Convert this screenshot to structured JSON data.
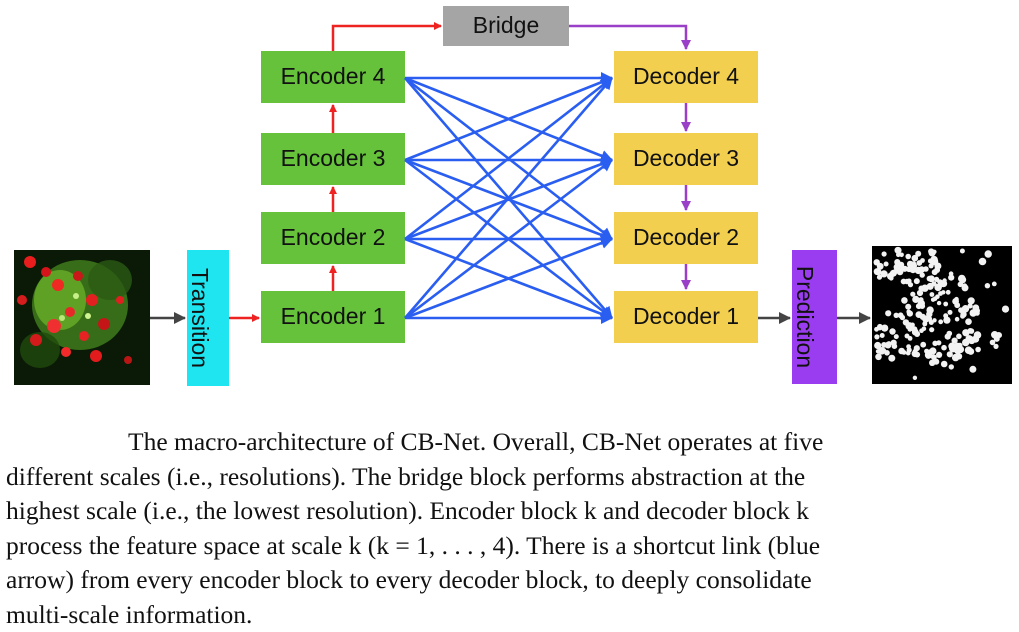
{
  "blocks": {
    "bridge": "Bridge",
    "encoders": [
      "Encoder 1",
      "Encoder 2",
      "Encoder 3",
      "Encoder 4"
    ],
    "decoders": [
      "Decoder 1",
      "Decoder 2",
      "Decoder 3",
      "Decoder 4"
    ],
    "transition": "Transition",
    "prediction": "Prediction"
  },
  "images": {
    "input": "fluorescence-microscopy-input-image",
    "output": "binary-segmentation-output-image"
  },
  "colors": {
    "encoder": "#66c23a",
    "decoder": "#f2cf4e",
    "bridge": "#a5a5a5",
    "transition": "#1ee5f0",
    "prediction": "#9a3df0",
    "red_arrow": "#ef2222",
    "blue_arrow": "#2a5ef0",
    "purple_arrow": "#9a3fc8",
    "gray_arrow": "#444444"
  },
  "caption": {
    "line1": "The macro-architecture of CB-Net. Overall, CB-Net operates at five",
    "line2": "different scales (i.e., resolutions). The bridge block performs abstraction at the",
    "line3": "highest scale (i.e., the lowest resolution). Encoder block k and decoder block k",
    "line4": "process the feature space at scale k (k = 1, . . . , 4). There is a shortcut link (blue",
    "line5": "arrow) from every encoder block to every decoder block, to deeply consolidate",
    "line6": "multi-scale information."
  }
}
